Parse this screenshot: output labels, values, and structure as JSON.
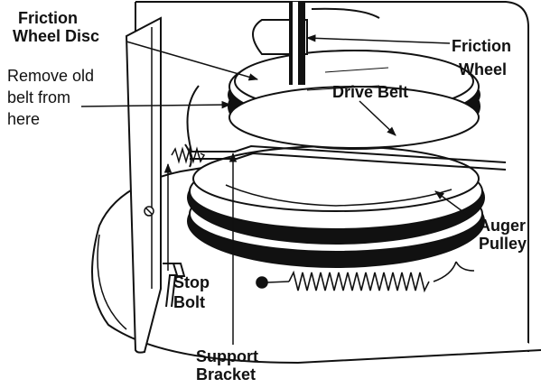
{
  "labels": {
    "friction_wheel_disc": [
      "Friction",
      "Wheel Disc"
    ],
    "remove_old_belt": [
      "Remove old",
      "belt from",
      "here"
    ],
    "friction_wheel": [
      "Friction",
      "Wheel"
    ],
    "drive_belt": "Drive Belt",
    "auger_pulley": [
      "Auger",
      "Pulley"
    ],
    "stop_bolt": [
      "Stop",
      "Bolt"
    ],
    "support_bracket": [
      "Support",
      "Bracket"
    ]
  },
  "colors": {
    "ink": "#111111",
    "paper": "#ffffff"
  }
}
